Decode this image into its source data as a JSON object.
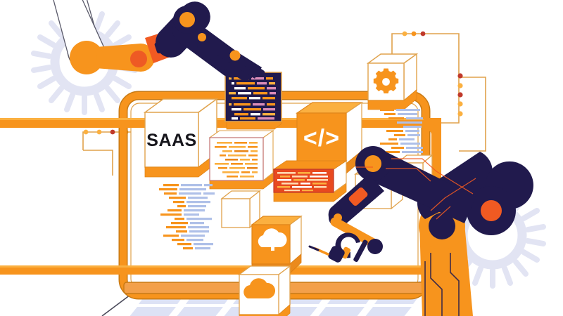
{
  "illustration": {
    "title": "SaaS Automation Platform Illustration",
    "subject": "Robotic arms assembling cloud / SaaS software building blocks on a laptop screen",
    "background_color": "#ffffff"
  },
  "palette": {
    "orange": "#F7941D",
    "orange_light": "#FBB040",
    "orange_mid": "#F59120",
    "orange_deep": "#E8861A",
    "orange_outline": "#E0A24B",
    "red_orange": "#E8491F",
    "red_dark": "#C0392B",
    "navy": "#211A4D",
    "navy_light": "#2E2660",
    "lavender": "#DDE0F2",
    "lavender_pale": "#E8EBF7",
    "white": "#FFFFFF",
    "text_dark": "#17161C",
    "code_blue": "#AFC0E8",
    "code_pink": "#D98BB8"
  },
  "screen": {
    "frame_color": "#F7941D",
    "frame_outline": "#C87A14",
    "base_color": "#F3A04A"
  },
  "cubes": [
    {
      "name": "saas-cube",
      "label": "SAAS",
      "face": "#FFFFFF",
      "icon": "text"
    },
    {
      "name": "code-cube",
      "label": "</>",
      "face": "#F7941D",
      "icon": "code-brackets"
    },
    {
      "name": "gear-cube",
      "label": "",
      "face": "#FFFFFF",
      "icon": "gear-icon"
    },
    {
      "name": "cloud-upload-cube",
      "label": "",
      "face": "#F7941D",
      "icon": "cloud-upload-icon"
    },
    {
      "name": "cloud-cube",
      "label": "",
      "face": "#FFFFFF",
      "icon": "cloud-icon"
    },
    {
      "name": "blank-cube-left",
      "label": "",
      "face": "#FFFFFF",
      "icon": "none"
    },
    {
      "name": "blank-cube-right",
      "label": "",
      "face": "#FFFFFF",
      "icon": "none"
    },
    {
      "name": "blank-cube-bottom",
      "label": "",
      "face": "#FFFFFF",
      "icon": "none"
    }
  ],
  "panels": [
    {
      "name": "terminal-dark",
      "background": "#211A4D",
      "border": "#E0A24B",
      "line_colors": [
        "#F7941D",
        "#FFFFFF",
        "#D98BB8",
        "#FBB040"
      ],
      "lines": 10
    },
    {
      "name": "document-light",
      "background": "#FFFFFF",
      "border": "#C77B7B",
      "line_colors": [
        "#F7941D",
        "#FBB040",
        "#E8861A"
      ],
      "lines": 12
    },
    {
      "name": "terminal-red",
      "background": "#E8491F",
      "border": "#C0392B",
      "line_colors": [
        "#FFFFFF",
        "#FBB040",
        "#FFD9B0"
      ],
      "lines": 7
    },
    {
      "name": "code-block-left",
      "background": "transparent",
      "line_colors": [
        "#F7941D",
        "#AFC0E8"
      ],
      "lines": 18
    },
    {
      "name": "code-block-right",
      "background": "transparent",
      "line_colors": [
        "#F7941D",
        "#AFC0E8"
      ],
      "lines": 11
    }
  ],
  "robots": [
    {
      "name": "robot-arm-top-left",
      "body_color": "#F7941D",
      "joint_color": "#F7941D",
      "accent_color": "#211A4D",
      "gripper": "clamp"
    },
    {
      "name": "robot-arm-bottom-right",
      "body_color": "#211A4D",
      "joint_color": "#F15A22",
      "accent_color": "#F7941D",
      "gripper": "drill-tool"
    }
  ],
  "decor": {
    "gear_background_color": "#DDE0F2",
    "floor_tile_color": "#DDE2F5",
    "connector_dot_colors": [
      "#FBB040",
      "#C0392B",
      "#F7941D"
    ],
    "connector_line_color": "#E0A24B"
  },
  "labels": {
    "saas": "SAAS",
    "code": "</>"
  }
}
